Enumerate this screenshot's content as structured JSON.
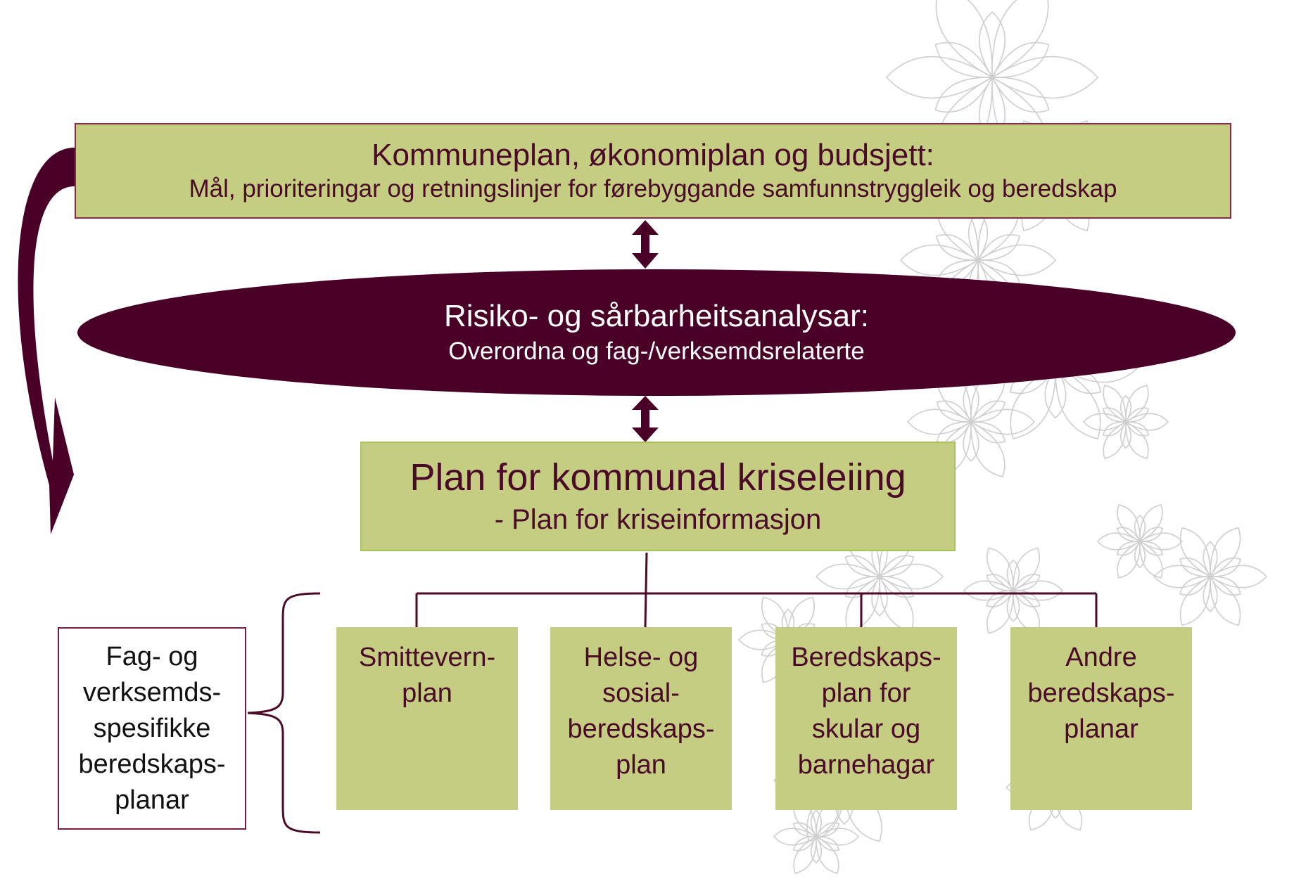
{
  "colors": {
    "maroon": "#4a0026",
    "box_fill": "#c4cd82",
    "text_dark": "#4a0a28",
    "ellipse_text": "#ffffff",
    "flower_line": "#cfcfcf"
  },
  "top_box": {
    "title": "Kommuneplan, økonomiplan og budsjett:",
    "subtitle": "Mål, prioriteringar og retningslinjer for førebyggande samfunnstryggleik og beredskap"
  },
  "risk_ellipse": {
    "title": "Risiko- og sårbarheitsanalysar:",
    "subtitle": "Overordna og fag-/verksemdsrelaterte"
  },
  "crisis_plan": {
    "title": "Plan for kommunal kriseleiing",
    "subtitle": "- Plan for kriseinformasjon"
  },
  "sub_plans": [
    {
      "lines": [
        "Smittevern-",
        "plan"
      ]
    },
    {
      "lines": [
        "Helse- og",
        "sosial-",
        "beredskaps-",
        "plan"
      ]
    },
    {
      "lines": [
        "Beredskaps-",
        "plan for",
        "skular og",
        "barnehagar"
      ]
    },
    {
      "lines": [
        "Andre",
        "beredskaps-",
        "planar"
      ]
    }
  ],
  "side_label": {
    "lines": [
      "Fag- og",
      "verksemds-",
      "spesifikke",
      "beredskaps-",
      "planar"
    ]
  },
  "icons": {
    "double_arrows": "double-headed-vertical-arrow",
    "curved_arrow": "curved-down-arrow",
    "bracket": "curly-brace",
    "background": "flower-ornament"
  }
}
